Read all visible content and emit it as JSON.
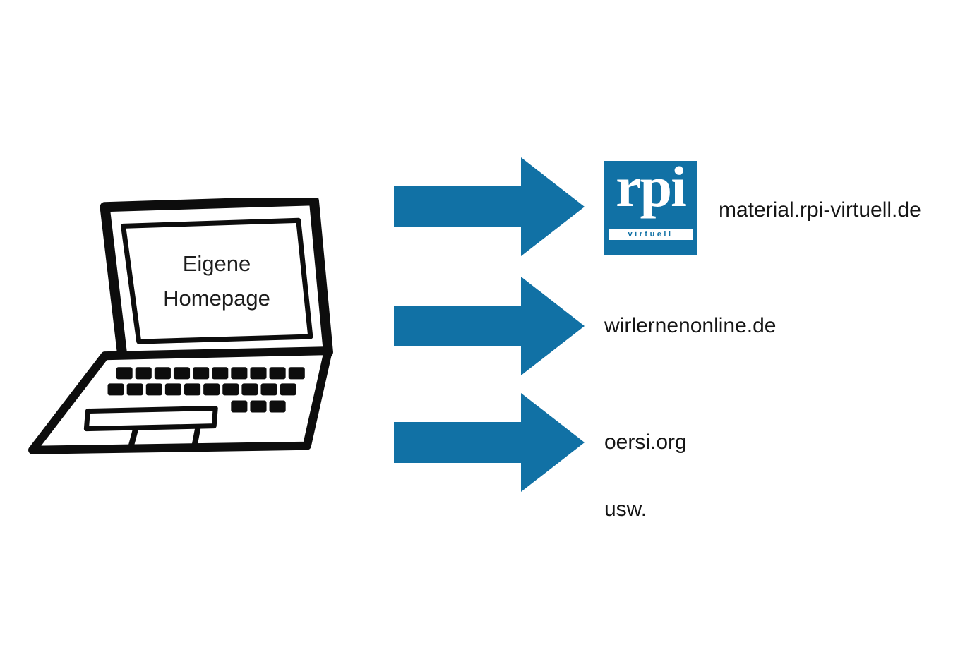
{
  "diagram": {
    "source": {
      "line1": "Eigene",
      "line2": "Homepage"
    },
    "targets": [
      {
        "label": "material.rpi-virtuell.de"
      },
      {
        "label": "wirlernenonline.de"
      },
      {
        "label": "oersi.org"
      }
    ],
    "etc": "usw.",
    "logo": {
      "main": "rpi",
      "sub": "virtuell"
    }
  },
  "colors": {
    "arrow_blue": "#1171a5",
    "logo_blue": "#1171a5",
    "ink": "#111111",
    "background": "#ffffff"
  }
}
